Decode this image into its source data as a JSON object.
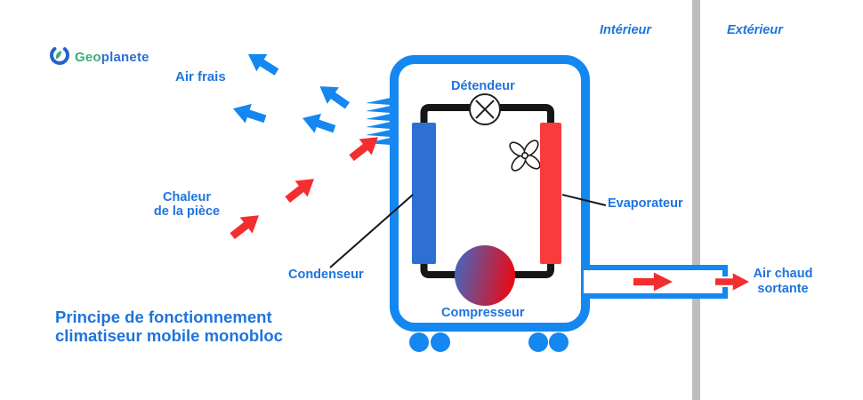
{
  "brand": {
    "logo_text_green": "Geo",
    "logo_text_blue": "planete"
  },
  "zones": {
    "interior_label": "Intérieur",
    "exterior_label": "Extérieur"
  },
  "diagram": {
    "cool_air_label": "Air frais",
    "room_heat_label_line1": "Chaleur",
    "room_heat_label_line2": "de la pièce",
    "condenser_label": "Condenseur",
    "evaporator_label": "Evaporateur",
    "expansion_valve_label": "Détendeur",
    "compressor_label": "Compresseur",
    "hot_air_out_label_line1": "Air chaud",
    "hot_air_out_label_line2": "sortante"
  },
  "title": {
    "line1": "Principe de fonctionnement",
    "line2": "climatiseur mobile monobloc"
  },
  "colors": {
    "azure": "#1487f0",
    "text_blue": "#1e74dd",
    "condenser_blue": "#2d6fd3",
    "evaporator_red": "#f93b3b",
    "hot_red": "#f32e2e",
    "wall_gray": "#bdbdbd",
    "pipe_black": "#161616",
    "logo_green": "#3bae78",
    "logo_blue": "#2d6fd6",
    "compressor_gradient_start": "#3a6cc8",
    "compressor_gradient_end": "#e30e1c"
  },
  "icons": {
    "fan": "fan-icon",
    "expansion_valve": "valve-x-icon",
    "logo_mark": "geoplanete-leaf-icon",
    "cool_air_arrow": "blue-arrow-icon",
    "hot_air_arrow": "red-arrow-icon"
  }
}
